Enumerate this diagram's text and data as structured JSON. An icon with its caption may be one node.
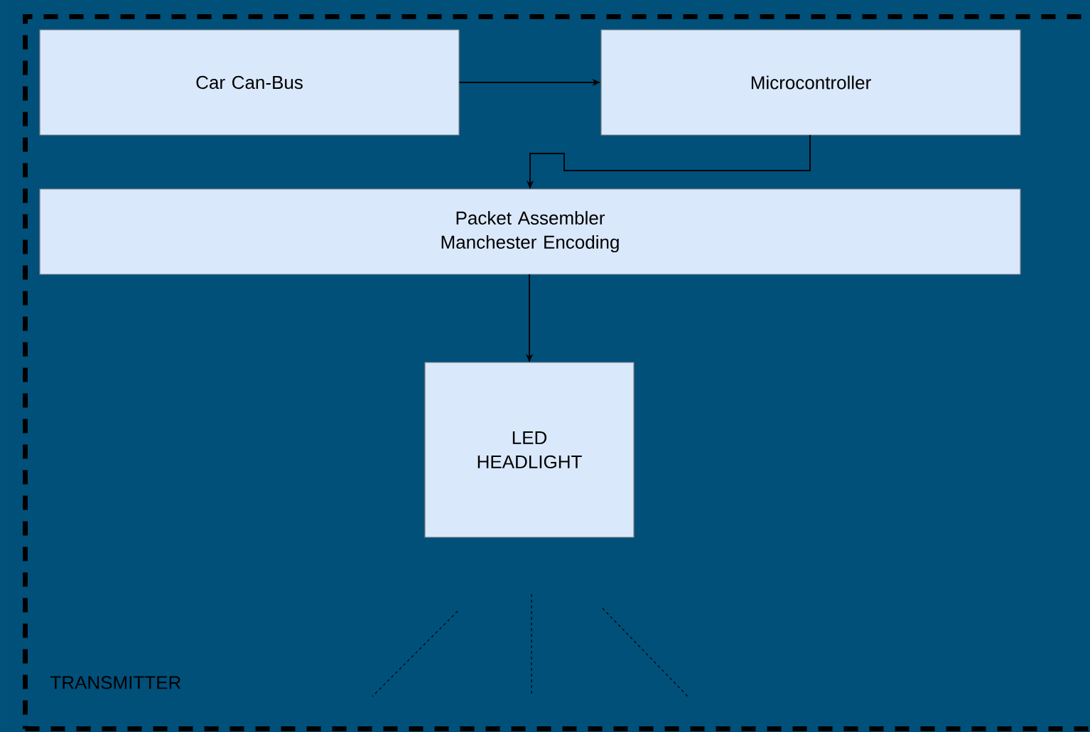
{
  "diagram": {
    "nodes": [
      {
        "text": [
          "TRANSMITTER"
        ]
      },
      {
        "text": [
          "Car Can-Bus"
        ],
        "in": 0
      },
      {
        "text": [
          "Microcontroller"
        ],
        "in": 0
      },
      {
        "text": [
          "Packet Assembler Manchester Encoding"
        ],
        "in": 0
      },
      {
        "text": [
          "LED HEADLIGHT"
        ],
        "in": 0
      }
    ],
    "edges": [
      {
        "from": 1,
        "to": 2,
        "arrow": "to"
      },
      {
        "from": 2,
        "to": 3,
        "arrow": "to"
      },
      {
        "from": 3,
        "to": 4,
        "arrow": "to"
      }
    ]
  }
}
